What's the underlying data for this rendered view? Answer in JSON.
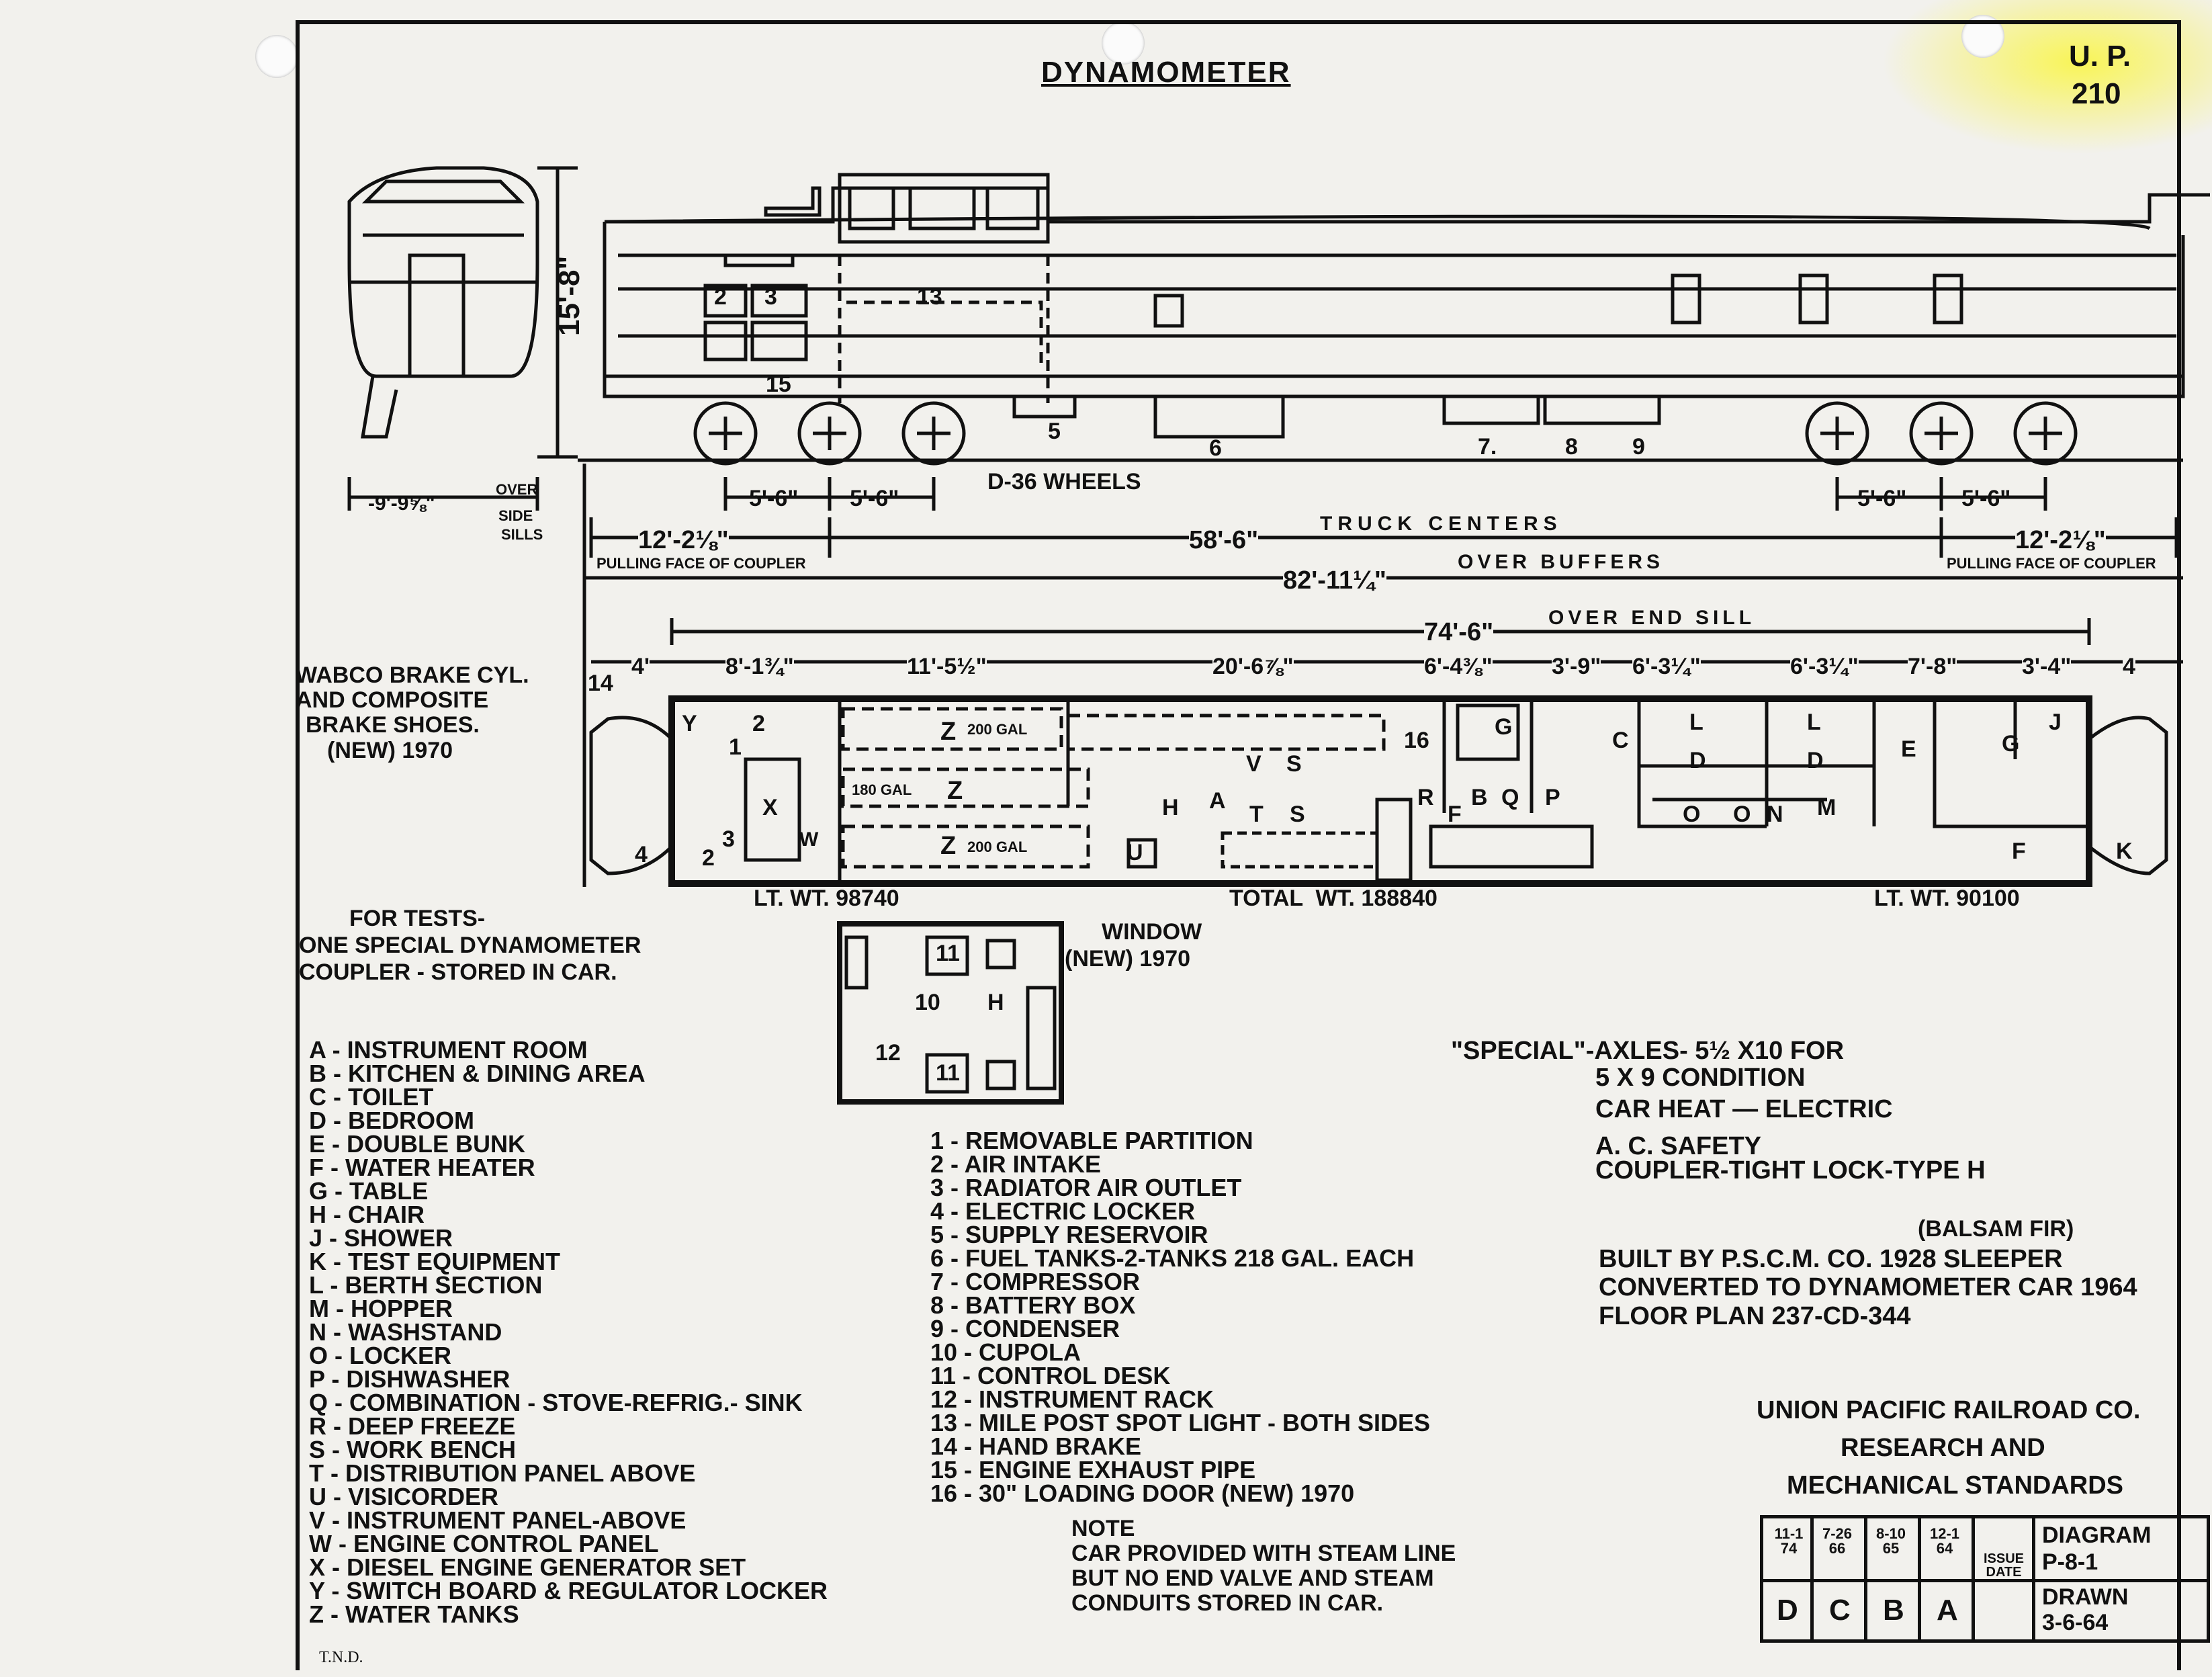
{
  "stamp": {
    "line1": "U. P.",
    "line2": "210"
  },
  "title": "DYNAMOMETER",
  "elevation": {
    "height": "15'-8\"",
    "width_over_sills": [
      "-9'-9⅝\"",
      "OVER",
      "SIDE",
      "SILLS"
    ],
    "wheels": "D-36 WHEELS",
    "axle_spacing": [
      "5'-6\"",
      "5'-6\"",
      "5'-6\"",
      "5'-6\""
    ],
    "truck_centers_value": "58'-6\"",
    "truck_centers_label": "TRUCK CENTERS",
    "coupler_left": "12'-2⅛\"",
    "coupler_right": "12'-2⅛\"",
    "coupler_caption": "PULLING FACE OF COUPLER",
    "over_buffers_value": "82'-11¼\"",
    "over_buffers_label": "OVER BUFFERS",
    "callouts": [
      "15",
      "2",
      "3",
      "13",
      "5",
      "6",
      "7.",
      "8",
      "9"
    ]
  },
  "plan": {
    "end_sill_value": "74'-6\"",
    "end_sill_label": "OVER END SILL",
    "segments": [
      "4'",
      "8'-1¾\"",
      "11'-5½\"",
      "20'-6⅞\"",
      "6'-4⅜\"",
      "3'-9\"",
      "6'-3¼\"",
      "6'-3¼\"",
      "7'-8\"",
      "3'-4\"",
      "4"
    ],
    "labels": [
      "Y",
      "1",
      "2",
      "X",
      "W",
      "2",
      "3",
      "4",
      "14",
      "Z",
      "200 GAL",
      "180 GAL",
      "Z",
      "Z",
      "200 GAL",
      "V",
      "S",
      "H",
      "A",
      "T",
      "S",
      "U",
      "16",
      "R",
      "B",
      "Q",
      "P",
      "F",
      "G",
      "C",
      "L",
      "D",
      "L",
      "D",
      "E",
      "G",
      "J",
      "O",
      "O",
      "N",
      "M",
      "F",
      "K"
    ],
    "lt_wt_left": "LT. WT. 98740",
    "total_wt": "TOTAL  WT. 188840",
    "lt_wt_right": "LT. WT. 90100",
    "window_note": [
      "WINDOW",
      "(NEW) 1970"
    ]
  },
  "brake_note": [
    "WABCO BRAKE CYL.",
    "AND COMPOSITE",
    "BRAKE SHOES.",
    "(NEW) 1970"
  ],
  "tests_note": [
    "FOR TESTS-",
    "ONE SPECIAL DYNAMOMETER",
    "COUPLER - STORED IN CAR."
  ],
  "cupola": {
    "labels": [
      "11",
      "10",
      "H",
      "12",
      "11"
    ]
  },
  "legend_letters": [
    "A - INSTRUMENT ROOM",
    "B - KITCHEN & DINING AREA",
    "C - TOILET",
    "D - BEDROOM",
    "E - DOUBLE BUNK",
    "F - WATER HEATER",
    "G - TABLE",
    "H - CHAIR",
    "J - SHOWER",
    "K - TEST EQUIPMENT",
    "L - BERTH SECTION",
    "M - HOPPER",
    "N - WASHSTAND",
    "O - LOCKER",
    "P - DISHWASHER",
    "Q - COMBINATION - STOVE-REFRIG.- SINK",
    "R - DEEP FREEZE",
    "S - WORK BENCH",
    "T - DISTRIBUTION PANEL ABOVE",
    "U - VISICORDER",
    "V - INSTRUMENT PANEL-ABOVE",
    "W - ENGINE CONTROL PANEL",
    "X - DIESEL ENGINE GENERATOR SET",
    "Y - SWITCH BOARD & REGULATOR LOCKER",
    "Z - WATER TANKS"
  ],
  "legend_numbers": [
    "1 - REMOVABLE PARTITION",
    "2 - AIR INTAKE",
    "3 - RADIATOR AIR OUTLET",
    "4 - ELECTRIC LOCKER",
    "5 - SUPPLY RESERVOIR",
    "6 - FUEL TANKS-2-TANKS 218 GAL. EACH",
    "7 - COMPRESSOR",
    "8 - BATTERY BOX",
    "9 - CONDENSER",
    "10 - CUPOLA",
    "11 - CONTROL DESK",
    "12 - INSTRUMENT RACK",
    "13 - MILE POST SPOT LIGHT - BOTH SIDES",
    "14 - HAND BRAKE",
    "15 - ENGINE EXHAUST PIPE",
    "16 - 30\" LOADING DOOR (NEW) 1970"
  ],
  "note": [
    "NOTE",
    "CAR PROVIDED WITH STEAM LINE",
    "BUT NO END VALVE AND STEAM",
    "CONDUITS STORED IN CAR."
  ],
  "specs": [
    "\"SPECIAL\"-AXLES- 5½ X10 FOR",
    "5 X 9 CONDITION",
    "CAR HEAT — ELECTRIC",
    "A. C. SAFETY",
    "COUPLER-TIGHT LOCK-TYPE H"
  ],
  "build": [
    "(BALSAM FIR)",
    "BUILT BY P.S.C.M. CO. 1928 SLEEPER",
    "CONVERTED TO DYNAMOMETER CAR 1964",
    "FLOOR PLAN 237-CD-344"
  ],
  "company": [
    "UNION PACIFIC RAILROAD CO.",
    "RESEARCH AND",
    "MECHANICAL STANDARDS"
  ],
  "title_block": {
    "dates": [
      "11-1 74",
      "7-26 66",
      "8-10 65",
      "12-1 64"
    ],
    "issue_label": "ISSUE DATE",
    "revisions": [
      "D",
      "C",
      "B",
      "A"
    ],
    "diagram_label": "DIAGRAM",
    "diagram_no": "P-8-1",
    "drawn_label": "DRAWN",
    "drawn_date": "3-6-64"
  },
  "initials": "T.N.D."
}
